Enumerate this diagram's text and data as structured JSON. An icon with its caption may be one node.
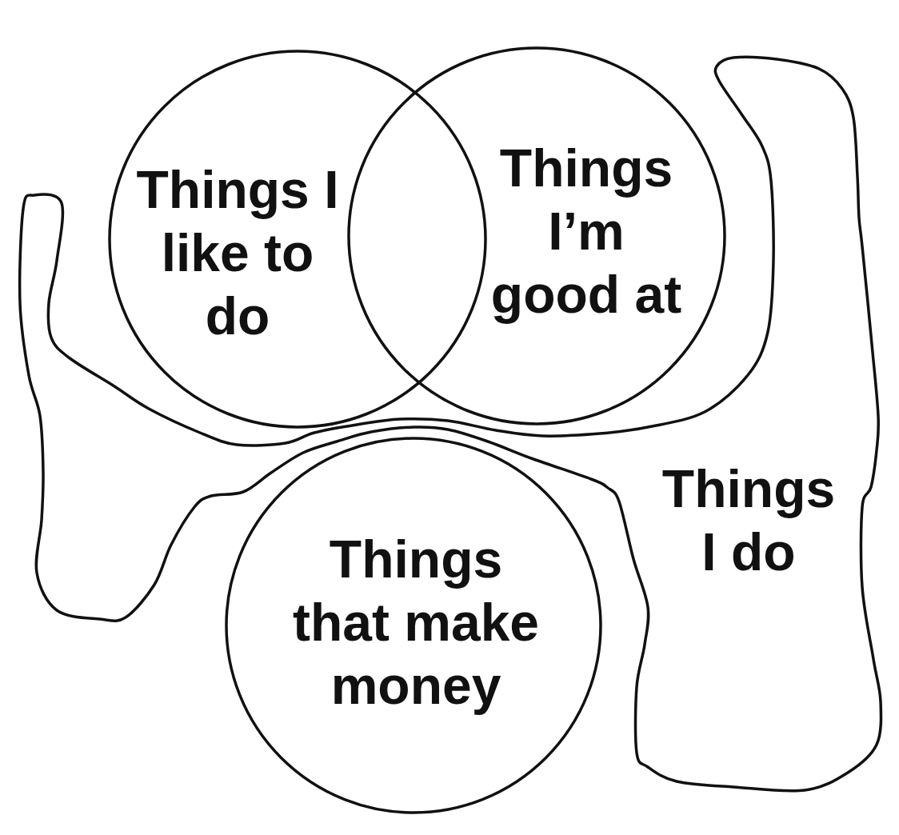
{
  "diagram": {
    "nodes": [
      {
        "text": [
          "Things I like to do"
        ]
      },
      {
        "text": [
          "Things I’m good at"
        ]
      },
      {
        "text": [
          "Things I do"
        ]
      },
      {
        "text": [
          "Things that make money"
        ]
      }
    ]
  }
}
